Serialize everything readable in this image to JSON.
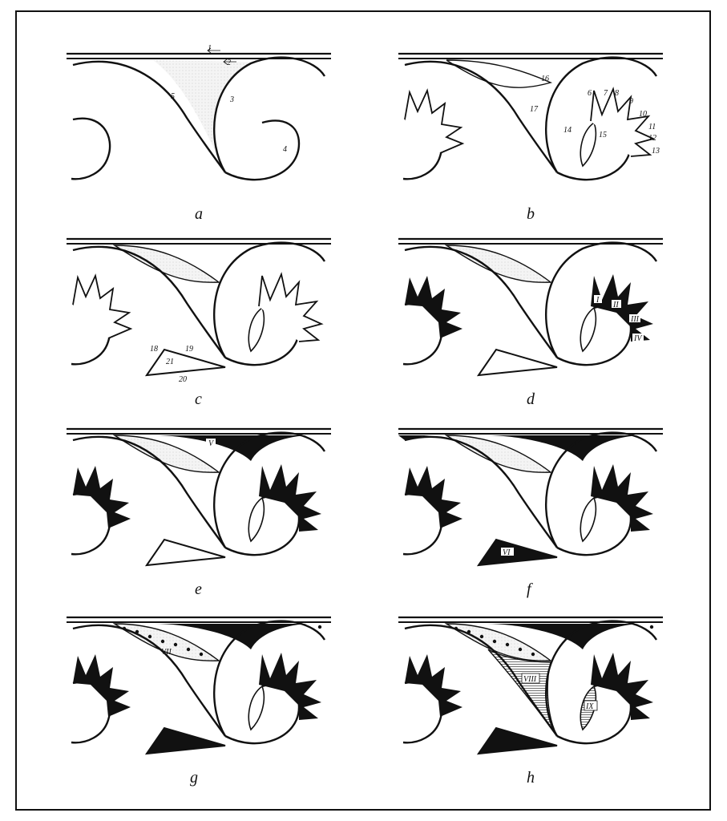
{
  "panels": [
    {
      "id": "a",
      "label": "a",
      "stroke_numbers": [
        "1",
        "2",
        "3",
        "4",
        "5"
      ]
    },
    {
      "id": "b",
      "label": "b",
      "stroke_numbers": [
        "6",
        "7",
        "8",
        "9",
        "10",
        "11",
        "12",
        "13",
        "14",
        "15",
        "16",
        "17"
      ]
    },
    {
      "id": "c",
      "label": "c",
      "stroke_numbers": [
        "18",
        "19",
        "20",
        "21"
      ]
    },
    {
      "id": "d",
      "label": "d",
      "roman_numerals": [
        "I",
        "II",
        "III",
        "IV"
      ]
    },
    {
      "id": "e",
      "label": "e",
      "roman_numerals": [
        "V"
      ]
    },
    {
      "id": "f",
      "label": "f",
      "roman_numerals": [
        "VI"
      ]
    },
    {
      "id": "g",
      "label": "g",
      "roman_numerals": [
        "VII"
      ]
    },
    {
      "id": "h",
      "label": "h",
      "roman_numerals": [
        "VIII",
        "IX"
      ]
    }
  ],
  "colors": {
    "ink": "#111111",
    "paper": "#ffffff",
    "stipple": "#e9e9e9"
  }
}
